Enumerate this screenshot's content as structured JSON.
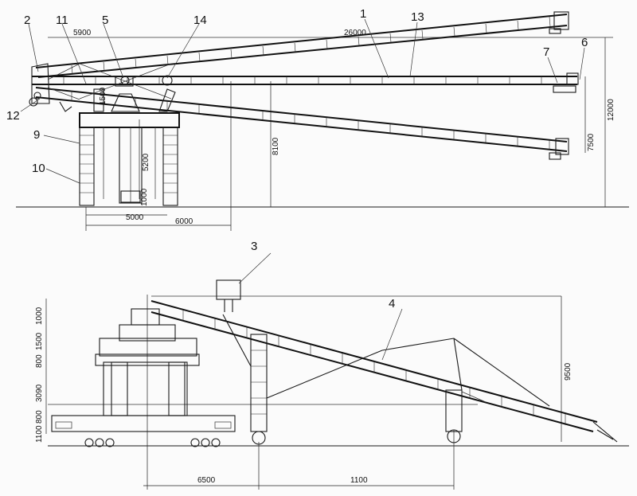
{
  "top_view": {
    "labels": [
      "2",
      "11",
      "5",
      "14",
      "1",
      "13",
      "7",
      "6",
      "12",
      "9",
      "10"
    ],
    "dims": {
      "span_5900": "5900",
      "span_26000": "26000",
      "h_1500": "1500",
      "h_5200": "5200",
      "h_8100": "8100",
      "h_7500": "7500",
      "h_12000": "12000",
      "h_1000": "1000",
      "w_5000": "5000",
      "w_6000": "6000"
    }
  },
  "side_view": {
    "labels": [
      "3",
      "4"
    ],
    "dims": {
      "h_1000": "1000",
      "h_1500": "1500",
      "h_800": "800",
      "h_3090": "3090",
      "h_800b": "800",
      "h_1100": "1100",
      "h_9500": "9500",
      "w_6500": "6500",
      "w_1100": "1100"
    }
  }
}
